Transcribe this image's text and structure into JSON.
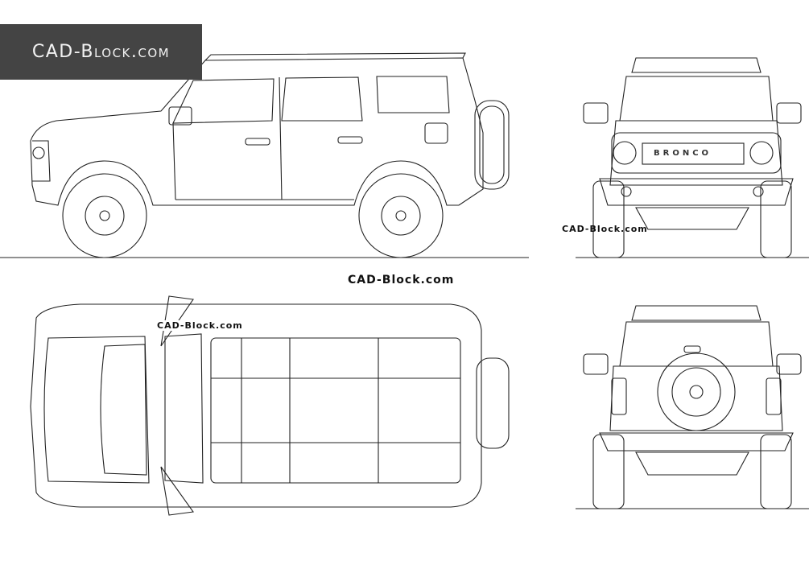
{
  "banner": {
    "text": "CAD-Block.com"
  },
  "watermarks": {
    "front": "CAD-Block.com",
    "center": "CAD-Block.com",
    "top": "CAD-Block.com"
  },
  "grille_logo": "BRONCO",
  "views": [
    "side",
    "front",
    "top",
    "rear"
  ]
}
